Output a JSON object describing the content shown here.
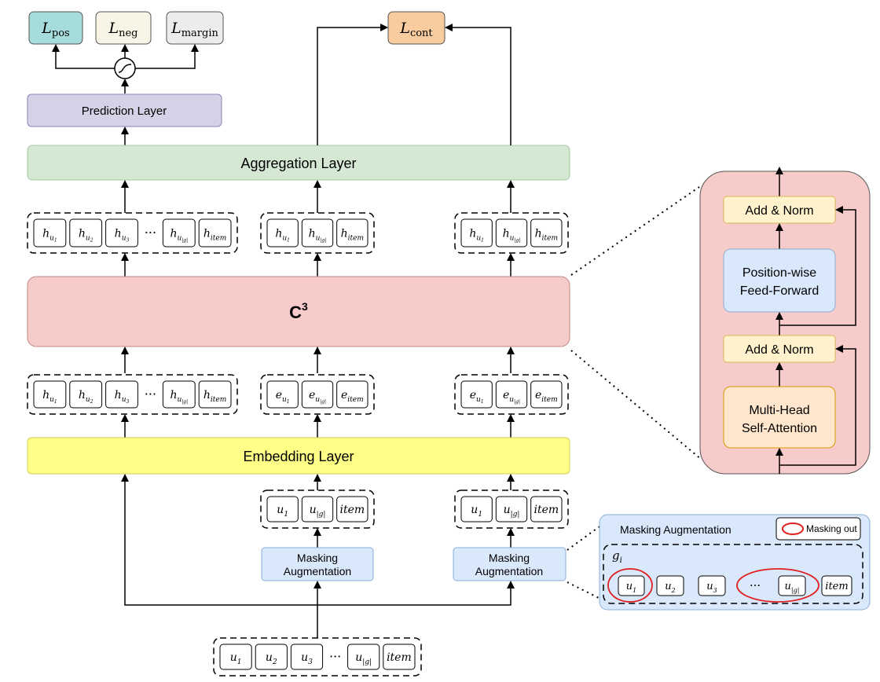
{
  "losses": {
    "pos": {
      "main": "L",
      "sub": "pos",
      "fill": "#a7dcdc"
    },
    "neg": {
      "main": "L",
      "sub": "neg",
      "fill": "#f8f4e6"
    },
    "margin": {
      "main": "L",
      "sub": "margin",
      "fill": "#ececec"
    },
    "cont": {
      "main": "L",
      "sub": "cont",
      "fill": "#f8cc9f"
    }
  },
  "layers": {
    "prediction": {
      "label": "Prediction Layer",
      "fill": "#d6d1e6",
      "stroke": "#8a84b5"
    },
    "aggregation": {
      "label": "Aggregation Layer",
      "fill": "#d5e8d4",
      "stroke": "#a3c9a1"
    },
    "c3": {
      "main": "C",
      "sup": "3",
      "fill": "#f8cbcb",
      "stroke": "#c08a8a"
    },
    "embedding": {
      "label": "Embedding Layer",
      "fill": "#ffff88",
      "stroke": "#cfcf59"
    }
  },
  "masking_boxes": [
    {
      "line1": "Masking",
      "line2": "Augmentation"
    },
    {
      "line1": "Masking",
      "line2": "Augmentation"
    }
  ],
  "token_groups": {
    "h_full": [
      {
        "base": "h",
        "sub": "u",
        "subsub": "1"
      },
      {
        "base": "h",
        "sub": "u",
        "subsub": "2"
      },
      {
        "base": "h",
        "sub": "u",
        "subsub": "3"
      },
      {
        "dots": "···"
      },
      {
        "base": "h",
        "sub": "u",
        "subsub": "|g|"
      },
      {
        "base": "h",
        "sub": "item"
      }
    ],
    "h_short": [
      {
        "base": "h",
        "sub": "u",
        "subsub": "1"
      },
      {
        "base": "h",
        "sub": "u",
        "subsub": "|g|"
      },
      {
        "base": "h",
        "sub": "item"
      }
    ],
    "e_short": [
      {
        "base": "e",
        "sub": "u",
        "subsub": "1"
      },
      {
        "base": "e",
        "sub": "u",
        "subsub": "|g|"
      },
      {
        "base": "e",
        "sub": "item"
      }
    ],
    "u_short": [
      {
        "base": "u",
        "sub": "1"
      },
      {
        "base": "u",
        "sub": "|g|"
      },
      {
        "base": "item"
      }
    ],
    "u_full": [
      {
        "base": "u",
        "sub": "1"
      },
      {
        "base": "u",
        "sub": "2"
      },
      {
        "base": "u",
        "sub": "3"
      },
      {
        "dots": "···"
      },
      {
        "base": "u",
        "sub": "|g|"
      },
      {
        "base": "item"
      }
    ]
  },
  "transformer": {
    "fill": "#f8cbcb",
    "add_norm_top": "Add & Norm",
    "ffn": [
      "Position-wise",
      "Feed-Forward"
    ],
    "add_norm_bottom": "Add & Norm",
    "mhsa": [
      "Multi-Head",
      "Self-Attention"
    ],
    "add_norm_fill": "#fff2cc",
    "ffn_fill": "#dae8fc",
    "mhsa_fill": "#ffe6cc"
  },
  "masking_inset": {
    "title": "Masking Augmentation",
    "legend": "Masking out",
    "group_label": {
      "base": "g",
      "sub": "i"
    },
    "tokens": [
      {
        "base": "u",
        "sub": "1",
        "masked": true
      },
      {
        "base": "u",
        "sub": "2"
      },
      {
        "base": "u",
        "sub": "3"
      },
      {
        "dots": "···"
      },
      {
        "base": "u",
        "sub": "|g|"
      },
      {
        "base": "item"
      }
    ],
    "fill": "#dae8fc",
    "mask_color": "#e02020"
  }
}
